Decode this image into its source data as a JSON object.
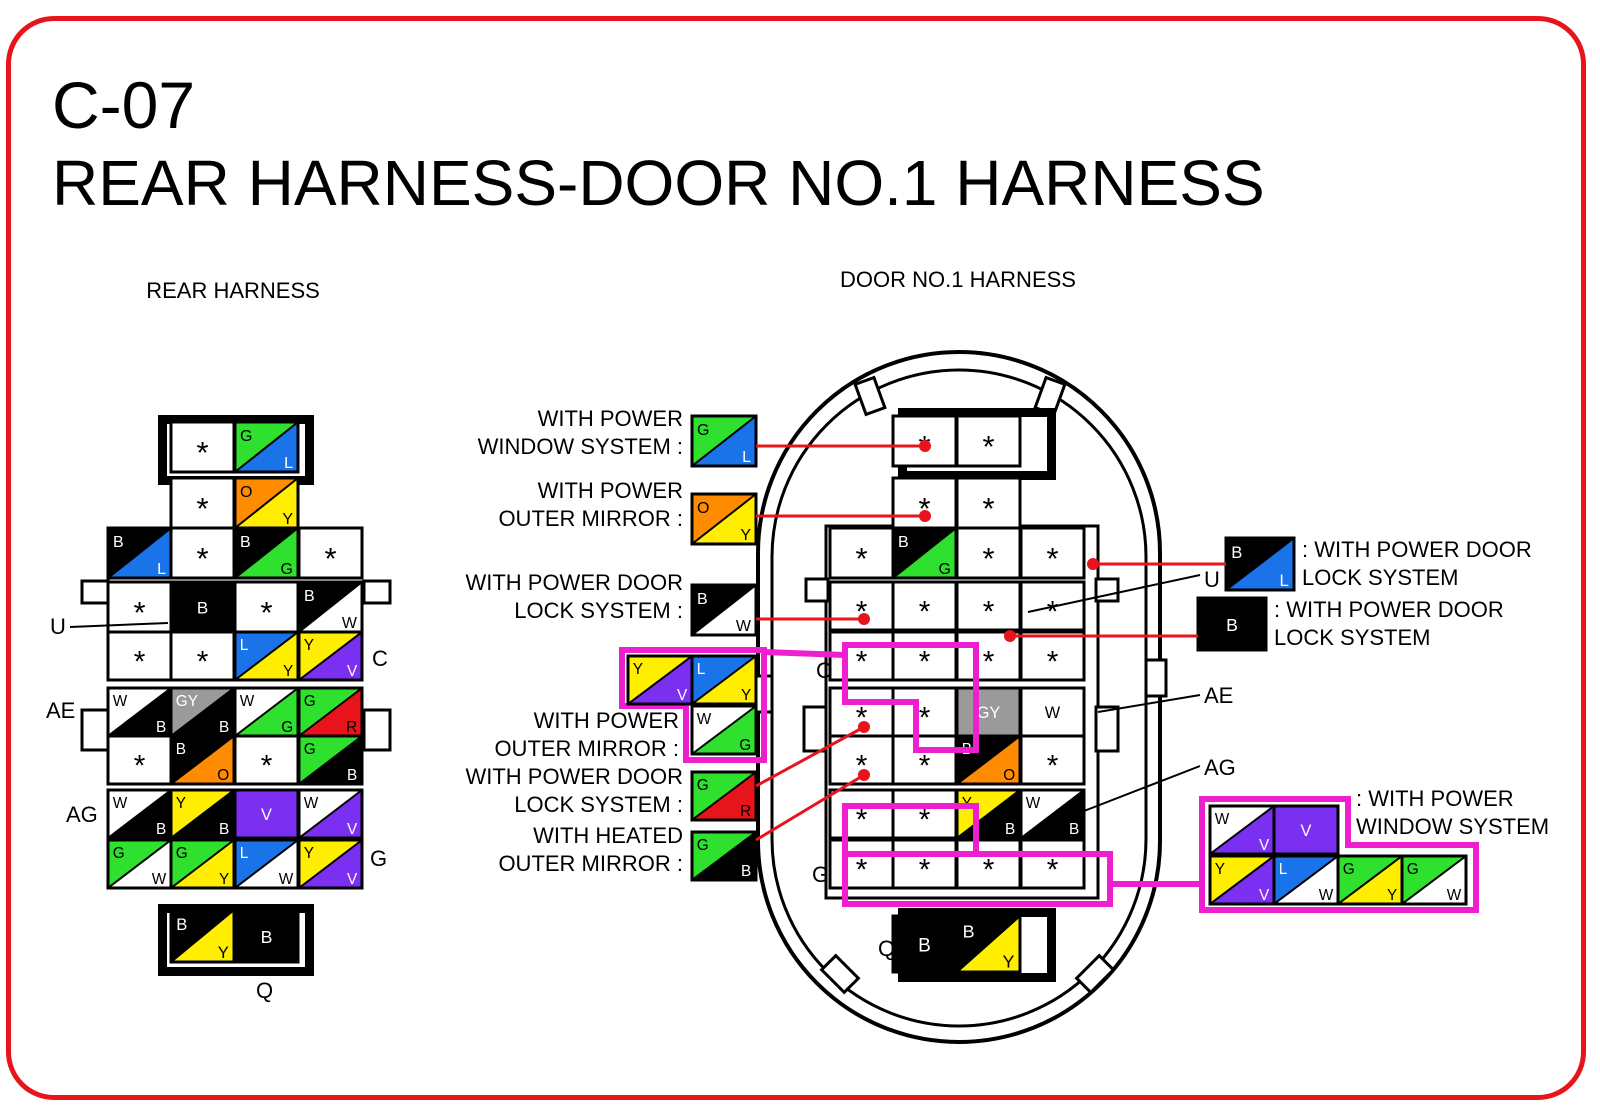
{
  "header": {
    "code": "C-07",
    "title": "REAR HARNESS-DOOR NO.1 HARNESS"
  },
  "colors": {
    "B": "#000000",
    "W": "#ffffff",
    "G": "#2fe02f",
    "L": "#1a73e8",
    "Y": "#ffee00",
    "V": "#7b2ff0",
    "O": "#ff8c00",
    "R": "#e8141c",
    "GY": "#9a9a9a",
    "frame": "#e8141c",
    "leader": "#e8141c",
    "highlight": "#ee1fcf"
  },
  "rear": {
    "label": "REAR HARNESS",
    "side_labels": [
      {
        "id": "u",
        "text": "U"
      },
      {
        "id": "c",
        "text": "C"
      },
      {
        "id": "ae",
        "text": "AE"
      },
      {
        "id": "ag",
        "text": "AG"
      },
      {
        "id": "g",
        "text": "G"
      },
      {
        "id": "q",
        "text": "Q"
      }
    ],
    "rows": [
      [
        {
          "t": "*"
        },
        {
          "c": [
            "G",
            "L"
          ]
        }
      ],
      [
        {
          "t": "*"
        },
        {
          "c": [
            "O",
            "Y"
          ]
        }
      ],
      [
        {
          "c": [
            "B",
            "L"
          ]
        },
        {
          "t": "*"
        },
        {
          "c": [
            "B",
            "G"
          ]
        },
        {
          "t": "*"
        }
      ],
      [
        {
          "t": "*"
        },
        {
          "c": [
            "B"
          ]
        },
        {
          "t": "*"
        },
        {
          "c": [
            "B",
            "W"
          ]
        }
      ],
      [
        {
          "t": "*"
        },
        {
          "t": "*"
        },
        {
          "c": [
            "L",
            "Y"
          ]
        },
        {
          "c": [
            "Y",
            "V"
          ]
        }
      ],
      [
        {
          "c": [
            "W",
            "B"
          ]
        },
        {
          "c": [
            "GY",
            "B"
          ]
        },
        {
          "c": [
            "W",
            "G"
          ]
        },
        {
          "c": [
            "G",
            "R"
          ]
        }
      ],
      [
        {
          "t": "*"
        },
        {
          "c": [
            "B",
            "O"
          ]
        },
        {
          "t": "*"
        },
        {
          "c": [
            "G",
            "B"
          ]
        }
      ],
      [
        {
          "c": [
            "W",
            "B"
          ]
        },
        {
          "c": [
            "Y",
            "B"
          ]
        },
        {
          "c": [
            "V"
          ]
        },
        {
          "c": [
            "W",
            "V"
          ]
        }
      ],
      [
        {
          "c": [
            "G",
            "W"
          ]
        },
        {
          "c": [
            "G",
            "Y"
          ]
        },
        {
          "c": [
            "L",
            "W"
          ]
        },
        {
          "c": [
            "Y",
            "V"
          ]
        }
      ],
      [
        {
          "c": [
            "B",
            "Y"
          ]
        },
        {
          "c": [
            "B"
          ]
        }
      ]
    ]
  },
  "door": {
    "label": "DOOR NO.1 HARNESS",
    "side_labels": [
      {
        "id": "u",
        "text": "U"
      },
      {
        "id": "c",
        "text": "C"
      },
      {
        "id": "ae",
        "text": "AE"
      },
      {
        "id": "ag",
        "text": "AG"
      },
      {
        "id": "g",
        "text": "G"
      },
      {
        "id": "q",
        "text": "Q"
      }
    ],
    "rows": [
      [
        {
          "t": "*"
        },
        {
          "t": "*"
        }
      ],
      [
        {
          "t": "*"
        },
        {
          "t": "*"
        }
      ],
      [
        {
          "t": "*"
        },
        {
          "c": [
            "B",
            "G"
          ]
        },
        {
          "t": "*"
        },
        {
          "t": "*"
        }
      ],
      [
        {
          "t": "*"
        },
        {
          "t": "*"
        },
        {
          "t": "*"
        },
        {
          "t": "*"
        }
      ],
      [
        {
          "t": "*"
        },
        {
          "t": "*"
        },
        {
          "t": "*"
        },
        {
          "t": "*"
        }
      ],
      [
        {
          "t": "*"
        },
        {
          "t": "*"
        },
        {
          "c": [
            "GY"
          ]
        },
        {
          "c": [
            "W"
          ]
        }
      ],
      [
        {
          "t": "*"
        },
        {
          "t": "*"
        },
        {
          "c": [
            "B",
            "O"
          ]
        },
        {
          "t": "*"
        }
      ],
      [
        {
          "t": "*"
        },
        {
          "t": "*"
        },
        {
          "c": [
            "Y",
            "B"
          ]
        },
        {
          "c": [
            "W",
            "B"
          ]
        }
      ],
      [
        {
          "t": "*"
        },
        {
          "t": "*"
        },
        {
          "t": "*"
        },
        {
          "t": "*"
        }
      ],
      [
        {
          "c": [
            "B"
          ]
        },
        {
          "c": [
            "B",
            "Y"
          ]
        }
      ]
    ]
  },
  "options": [
    {
      "id": "pw1",
      "lines": [
        "WITH POWER",
        "WINDOW SYSTEM :"
      ],
      "wire": [
        "G",
        "L"
      ]
    },
    {
      "id": "pom1",
      "lines": [
        "WITH POWER",
        "OUTER MIRROR :"
      ],
      "wire": [
        "O",
        "Y"
      ]
    },
    {
      "id": "pdl1",
      "lines": [
        "WITH POWER DOOR",
        "LOCK SYSTEM :"
      ],
      "wire": [
        "B",
        "W"
      ]
    },
    {
      "id": "pom2",
      "lines": [
        "WITH POWER",
        "OUTER MIRROR :"
      ],
      "wires": [
        [
          "Y",
          "V"
        ],
        [
          "L",
          "Y"
        ],
        [
          "W",
          "G"
        ]
      ]
    },
    {
      "id": "pdl2",
      "lines": [
        "WITH POWER DOOR",
        "LOCK SYSTEM :"
      ],
      "wire": [
        "G",
        "R"
      ]
    },
    {
      "id": "hom",
      "lines": [
        "WITH HEATED",
        "OUTER MIRROR :"
      ],
      "wire": [
        "G",
        "B"
      ]
    },
    {
      "id": "pdl3",
      "lines": [
        ": WITH POWER DOOR",
        "LOCK SYSTEM"
      ],
      "wire": [
        "B",
        "L"
      ]
    },
    {
      "id": "pdl4",
      "lines": [
        ": WITH POWER DOOR",
        "LOCK SYSTEM"
      ],
      "wire": [
        "B"
      ]
    },
    {
      "id": "pw2",
      "lines": [
        ": WITH POWER",
        "WINDOW SYSTEM"
      ],
      "wires": [
        [
          "W",
          "V"
        ],
        [
          "V"
        ],
        [
          "Y",
          "V"
        ],
        [
          "L",
          "W"
        ],
        [
          "G",
          "Y"
        ],
        [
          "G",
          "W"
        ]
      ]
    }
  ]
}
